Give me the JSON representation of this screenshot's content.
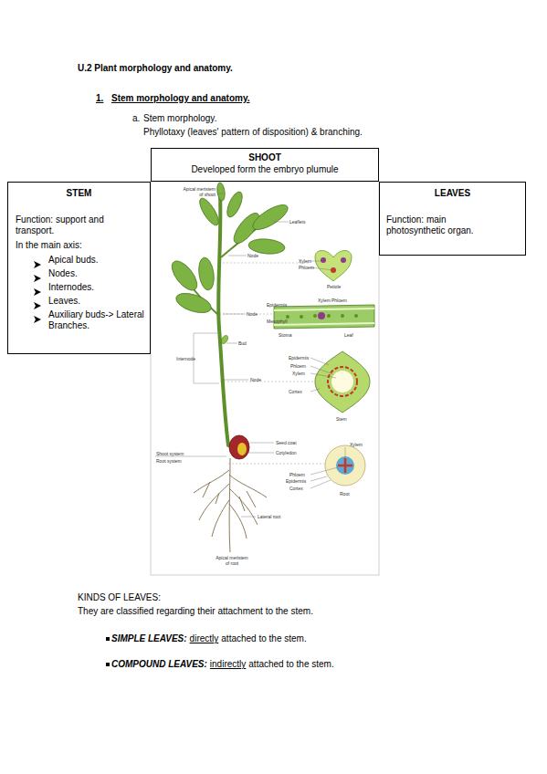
{
  "diagram": {
    "title": "U.2 Plant morphology and anatomy.",
    "nodes": [
      {
        "text": [
          "SHOOT",
          "Developed form the embryo plumule"
        ]
      },
      {
        "text": [
          "STEM",
          "Function: support and transport.",
          "In the main axis:",
          "Apical buds.",
          "Nodes.",
          "Internodes.",
          "Leaves.",
          "Auxiliary buds-> Lateral Branches."
        ]
      },
      {
        "text": [
          "LEAVES",
          "Function: main photosynthetic organ."
        ]
      }
    ],
    "labels": [
      "1.",
      "Stem morphology and anatomy.",
      "a.",
      "Stem morphology.",
      "Phyllotaxy (leaves' pattern of disposition) & branching.",
      "Apical meristem of shoot",
      "Leaflets",
      "Node",
      "Xylem",
      "Phloem",
      "Petiole",
      "Xylem",
      "Phloem",
      "Node",
      "Epidermis",
      "Mesophyll",
      "Stoma",
      "Leaf",
      "Internode",
      "Bud",
      "Node",
      "Epidermis",
      "Phloem",
      "Xylem",
      "Cortex",
      "Stem",
      "Seed coat",
      "Cotyledon",
      "Shoot system",
      "Root system",
      "Xylem",
      "Phloem",
      "Epidermis",
      "Cortex",
      "Root",
      "Lateral root",
      "Apical meristem of root",
      "KINDS OF LEAVES:",
      "They are classified regarding their attachment to the stem.",
      "SIMPLE LEAVES:",
      "directly",
      "attached to the stem.",
      "COMPOUND LEAVES:",
      "indirectly",
      "attached to the stem."
    ]
  }
}
